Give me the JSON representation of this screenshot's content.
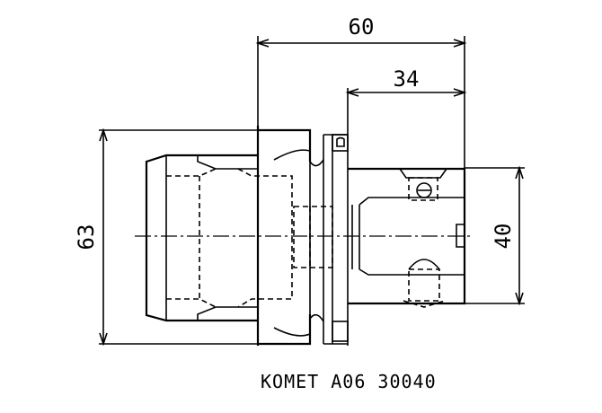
{
  "drawing": {
    "dimensions": {
      "overall_length": "60",
      "shank_length": "34",
      "flange_diameter": "63",
      "shank_diameter": "40"
    },
    "caption": "KOMET A06 30040"
  }
}
